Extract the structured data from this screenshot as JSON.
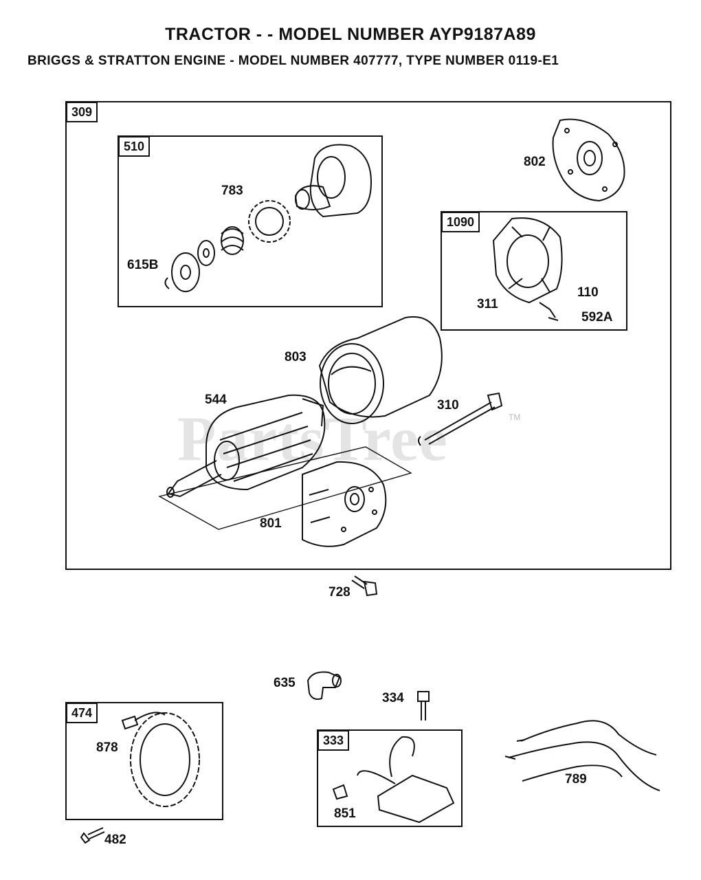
{
  "header": {
    "title": "TRACTOR - - MODEL NUMBER AYP9187A89",
    "subtitle": "BRIGGS & STRATTON ENGINE - MODEL NUMBER 407777, TYPE NUMBER 0119-E1"
  },
  "watermark": {
    "text": "PartsTree",
    "tm": "TM"
  },
  "boxes": {
    "b309": "309",
    "b510": "510",
    "b1090": "1090",
    "b474": "474",
    "b333": "333"
  },
  "parts": {
    "p783": "783",
    "p615b": "615B",
    "p802": "802",
    "p110": "110",
    "p311": "311",
    "p592a": "592A",
    "p803": "803",
    "p544": "544",
    "p310": "310",
    "p801": "801",
    "p728": "728",
    "p635": "635",
    "p334": "334",
    "p878": "878",
    "p851": "851",
    "p789": "789",
    "p482": "482"
  }
}
